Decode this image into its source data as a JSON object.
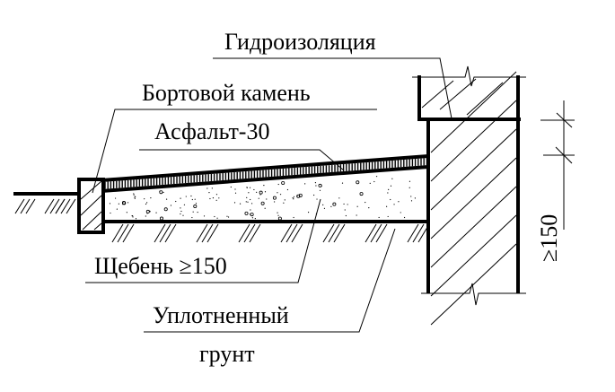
{
  "labels": {
    "waterproofing": "Гидроизоляция",
    "curb_stone": "Бортовой камень",
    "asphalt": "Асфальт-30",
    "gravel": "Щебень ≥150",
    "compacted_line1": "Уплотненный",
    "compacted_line2": "грунт"
  },
  "dimension": {
    "text": "≥150"
  }
}
